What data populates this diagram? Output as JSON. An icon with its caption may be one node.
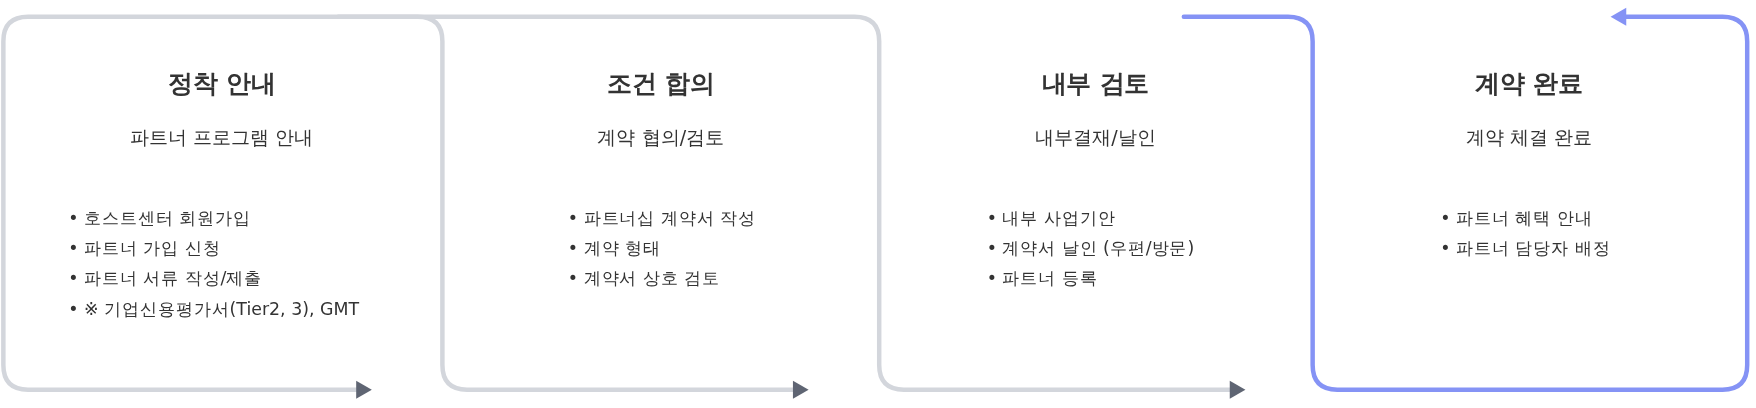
{
  "diagram": {
    "nodes": [
      {
        "text": [
          "정착 안내",
          "파트너 프로그램 안내",
          "• 호스트센터 회원가입",
          "• 파트너 가입 신청",
          "• 파트너 서류 작성/제출",
          "• ※ 기업신용평가서(Tier2, 3), GMT"
        ]
      },
      {
        "text": [
          "조건 합의",
          "계약 협의/검토",
          "• 파트너십 계약서 작성",
          "• 계약 형태",
          "• 계약서 상호 검토"
        ]
      },
      {
        "text": [
          "내부 검토",
          "내부결재/날인",
          "• 내부 사업기안",
          "• 계약서 날인 (우편/방문)",
          "• 파트너 등록"
        ]
      },
      {
        "text": [
          "계약 완료",
          "계약 체결 완료",
          "• 파트너 혜택 안내",
          "• 파트너 담당자 배정"
        ]
      }
    ]
  }
}
